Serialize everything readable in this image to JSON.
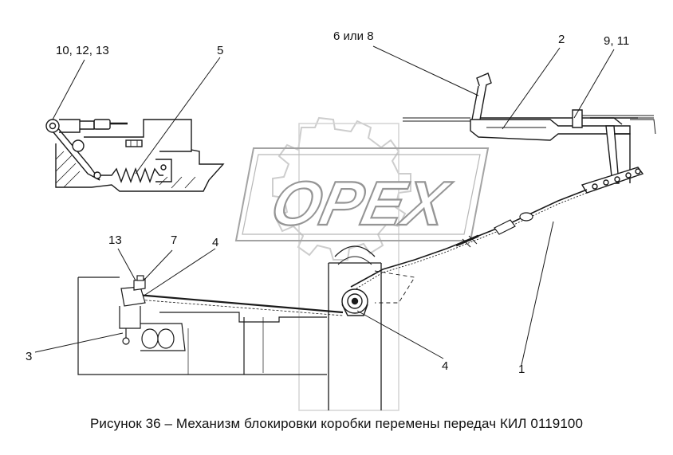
{
  "caption": "Рисунок 36 – Механизм блокировки коробки перемены передач КИЛ 0119100",
  "watermark": {
    "text": "OPEX",
    "color": "#bdbdbd"
  },
  "callouts": {
    "c_10_12_13": "10, 12, 13",
    "c_5": "5",
    "c_6_8": "6 или 8",
    "c_2": "2",
    "c_9_11": "9, 11",
    "c_13": "13",
    "c_7": "7",
    "c_4_top": "4",
    "c_3": "3",
    "c_4_bottom": "4",
    "c_1": "1"
  },
  "colors": {
    "line": "#1a1a1a",
    "thin": "#555555",
    "watermark": "#c8c8c8"
  }
}
